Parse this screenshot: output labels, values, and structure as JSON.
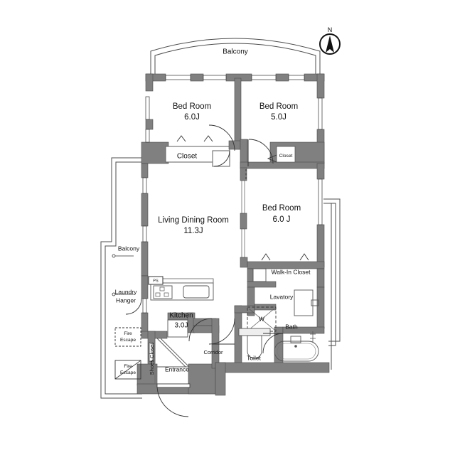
{
  "plan": {
    "type": "residential-floor-plan",
    "compass": {
      "label": "N",
      "direction": "up"
    },
    "colors": {
      "wall": "#808080",
      "wall_dark": "#6f6f6f",
      "line": "#1a1a1a",
      "thin_line": "#4d4d4d",
      "background": "#ffffff",
      "text": "#111111"
    },
    "rooms": [
      {
        "name": "balcony-top",
        "label": "Balcony",
        "size": ""
      },
      {
        "name": "bedroom-1",
        "label": "Bed Room",
        "size": "6.0J"
      },
      {
        "name": "bedroom-2",
        "label": "Bed Room",
        "size": "5.0J"
      },
      {
        "name": "bedroom-3",
        "label": "Bed Room",
        "size": "6.0 J"
      },
      {
        "name": "closet-main",
        "label": "Closet",
        "size": ""
      },
      {
        "name": "closet-bedroom2",
        "label": "Closet",
        "size": ""
      },
      {
        "name": "living-dining",
        "label": "Living Dining Room",
        "size": "11.3J"
      },
      {
        "name": "balcony-left",
        "label": "Balcony",
        "size": ""
      },
      {
        "name": "laundry-hanger",
        "label_line1": "Laundry",
        "label_line2": "Hanger"
      },
      {
        "name": "fire-escape-1",
        "label_line1": "Fire",
        "label_line2": "Escape"
      },
      {
        "name": "fire-escape-2",
        "label_line1": "Fire",
        "label_line2": "Escape"
      },
      {
        "name": "kitchen",
        "label": "Kitchen",
        "size": "3.0J"
      },
      {
        "name": "pipe-shaft",
        "label": "PS",
        "size": ""
      },
      {
        "name": "walk-in-closet",
        "label": "Walk-In Closet",
        "size": ""
      },
      {
        "name": "lavatory",
        "label": "Lavatory",
        "size": ""
      },
      {
        "name": "washer",
        "label": "W",
        "size": ""
      },
      {
        "name": "bath",
        "label": "Bath",
        "size": ""
      },
      {
        "name": "toilet",
        "label": "Toilet",
        "size": ""
      },
      {
        "name": "corridor",
        "label": "Corridor",
        "size": ""
      },
      {
        "name": "entrance",
        "label": "Entrance",
        "size": ""
      },
      {
        "name": "shoes-closet",
        "label": "Shoes Closet",
        "size": ""
      }
    ],
    "labels": {
      "balcony_top": "Balcony",
      "bedroom1_name": "Bed Room",
      "bedroom1_size": "6.0J",
      "bedroom2_name": "Bed Room",
      "bedroom2_size": "5.0J",
      "bedroom3_name": "Bed Room",
      "bedroom3_size": "6.0 J",
      "closet_main": "Closet",
      "closet_bedroom2": "Closet",
      "living_name": "Living Dining Room",
      "living_size": "11.3J",
      "balcony_left": "Balcony",
      "laundry_l1": "Laundry",
      "laundry_l2": "Hanger",
      "fire1_l1": "Fire",
      "fire1_l2": "Escape",
      "fire2_l1": "Fire",
      "fire2_l2": "Escape",
      "kitchen_name": "Kitchen",
      "kitchen_size": "3.0J",
      "ps": "PS",
      "walk_in_closet": "Walk-In Closet",
      "lavatory": "Lavatory",
      "washer": "W",
      "bath": "Bath",
      "toilet": "Toilet",
      "corridor": "Corridor",
      "entrance": "Entrance",
      "shoes_closet": "Shoes Closet",
      "compass_n": "N"
    }
  }
}
